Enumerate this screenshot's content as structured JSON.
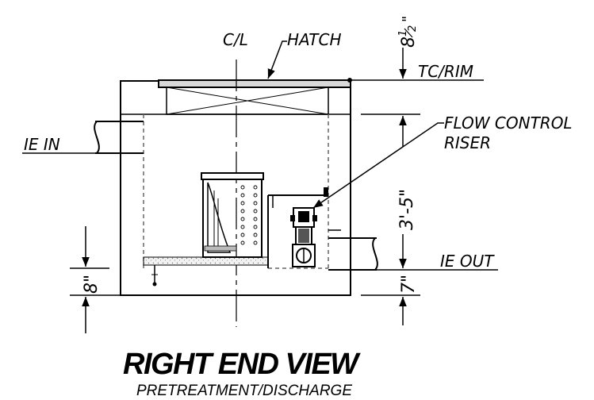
{
  "labels": {
    "centerline": "C/L",
    "hatch": "HATCH",
    "tc_rim": "TC/RIM",
    "flow_control_1": "FLOW CONTROL",
    "flow_control_2": "RISER",
    "ie_in": "IE IN",
    "ie_out": "IE OUT",
    "dim_top_whole": "8",
    "dim_top_frac_num": "1",
    "dim_top_frac_den": "2",
    "dim_top_inch": "\"",
    "dim_height": "3'-5\"",
    "dim_bottom_left": "8\"",
    "dim_bottom_right": "7\""
  },
  "title": {
    "main": "RIGHT END VIEW",
    "sub": "PRETREATMENT/DISCHARGE"
  }
}
